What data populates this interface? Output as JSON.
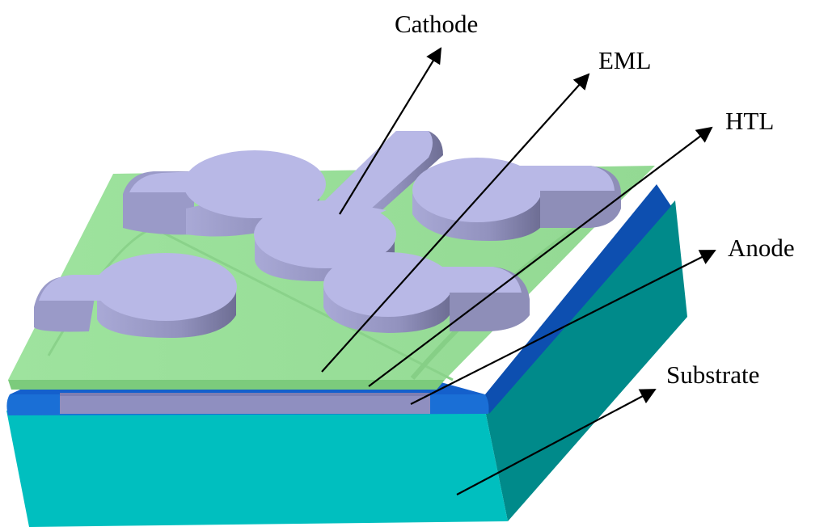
{
  "diagram": {
    "labels": {
      "cathode": "Cathode",
      "eml": "EML",
      "htl": "HTL",
      "anode": "Anode",
      "substrate": "Substrate"
    },
    "colors": {
      "substrate_front": "#00BFBF",
      "substrate_side": "#008A8A",
      "htl_blue": "#1A6FD6",
      "htl_dark": "#0D4FB0",
      "anode": "#8F8FC0",
      "eml_green": "#9EE39E",
      "eml_shade": "#7CCB7C",
      "cathode_top": "#B8B8E6",
      "cathode_side": "#8E8EB8",
      "cathode_dark": "#6F6F95",
      "arrow": "#000000"
    }
  }
}
